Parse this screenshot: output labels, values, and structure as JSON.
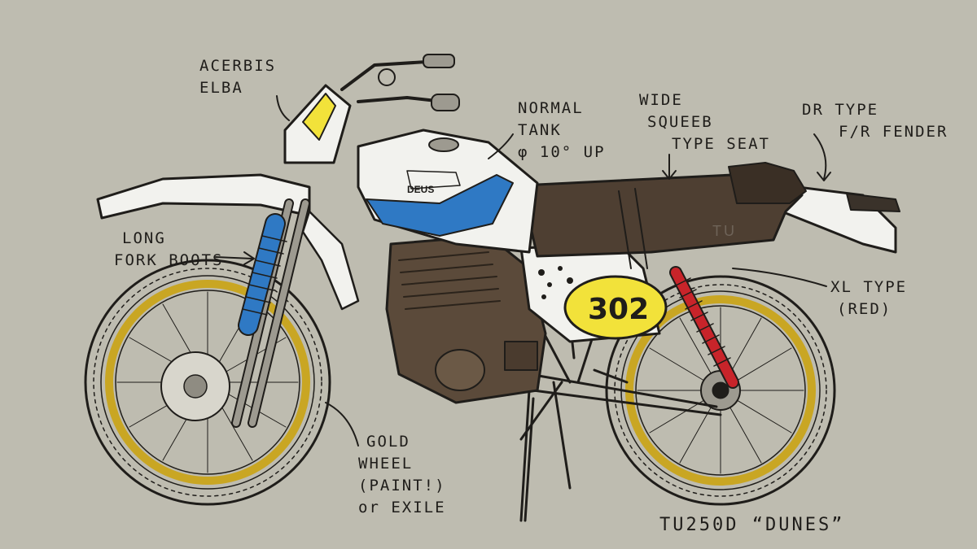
{
  "notes": {
    "acerbis": [
      "ACERBIS",
      "ELBA"
    ],
    "tank": [
      "NORMAL",
      "TANK",
      "φ 10° UP"
    ],
    "seat": [
      "WIDE",
      "SQUEEB",
      "TYPE SEAT"
    ],
    "fender": [
      "DR TYPE",
      "F/R FENDER"
    ],
    "fork_boots": [
      "LONG",
      "FORK BOOTS"
    ],
    "shock": [
      "XL TYPE",
      "(RED)"
    ],
    "wheel": [
      "GOLD",
      "WHEEL",
      "(PAINT!)",
      "or EXILE"
    ],
    "model_title": "TU250D  “DUNES”"
  },
  "bike": {
    "tank_badge": "DEUS",
    "side_cover_mark": "TU",
    "number_plate": "302"
  },
  "colors": {
    "background": "#bebcb0",
    "ink": "#1f1d1a",
    "white_body": "#f2f2ee",
    "stripe_blue": "#2f79c4",
    "plate_yellow": "#f2e23a",
    "wheel_gold": "#c9a623",
    "shock_red": "#c8242a",
    "engine_brown": "#5b4a3a",
    "seat_brown": "#4e3f32"
  }
}
